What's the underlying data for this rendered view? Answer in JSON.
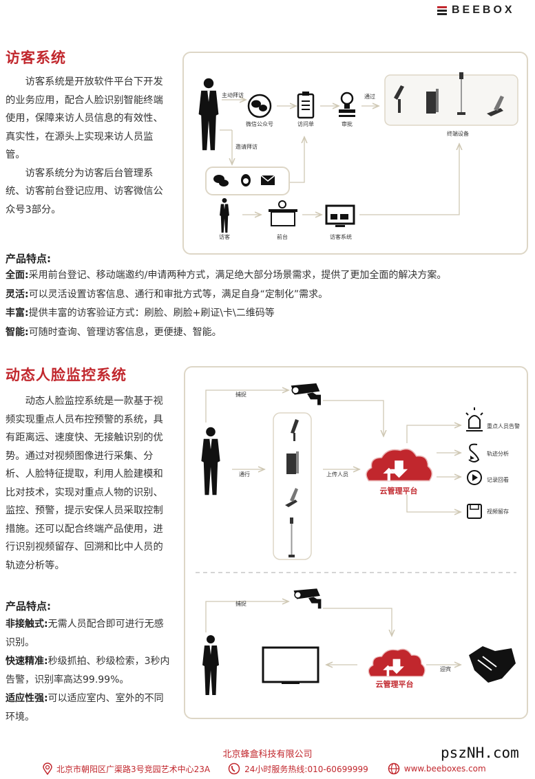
{
  "brand": {
    "logo_text": "BEEBOX"
  },
  "visitor": {
    "title": "访客系统",
    "paragraphs": [
      "访客系统是开放软件平台下开发的业务应用，配合人脸识别智能终端使用，保障来访人员信息的有效性、真实性，在源头上实现来访人员监管。",
      "访客系统分为访客后台管理系统、访客前台登记应用、访客微信公众号3部分。"
    ],
    "diagram": {
      "active_visit": "主动拜访",
      "wechat_account": "微信公众号",
      "visit_form": "访问单",
      "approve": "审批",
      "pass": "通过",
      "terminal": "终端设备",
      "invite": "邀请拜访",
      "visitor": "访客",
      "front_desk": "前台",
      "visitor_system": "访客系统"
    },
    "features_title": "产品特点:",
    "features": [
      {
        "k": "全面:",
        "v": "采用前台登记、移动端邀约/申请两种方式，满足绝大部分场景需求，提供了更加全面的解决方案。"
      },
      {
        "k": "灵活:",
        "v": "可以灵活设置访客信息、通行和审批方式等，满足自身“定制化”需求。"
      },
      {
        "k": "丰富:",
        "v": "提供丰富的访客验证方式：刷脸、刷脸+刷证\\卡\\二维码等"
      },
      {
        "k": "智能:",
        "v": "可随时查询、管理访客信息，更便捷、智能。"
      }
    ]
  },
  "face": {
    "title": "动态人脸监控系统",
    "paragraph": "动态人脸监控系统是一款基于视频实现重点人员布控预警的系统，具有距离远、速度快、无接触识别的优势。通过对视频图像进行采集、分析、人脸特征提取，利用人脸建模和比对技术，实现对重点人物的识别、监控、预警，提示安保人员采取控制措施。还可以配合终端产品使用，进行识别视频留存、回溯和比中人员的轨迹分析等。",
    "diagram": {
      "capture": "捕捉",
      "pass": "通行",
      "upload": "上传人员",
      "cloud": "云管理平台",
      "alarm": "重点人员告警",
      "track": "轨迹分析",
      "playback": "记录回看",
      "storage": "视频留存",
      "capture2": "捕捉",
      "cloud2": "云管理平台",
      "welcome": "迎宾"
    },
    "features_title": "产品特点:",
    "features": [
      {
        "k": "非接触式:",
        "v": "无需人员配合即可进行无感识别。"
      },
      {
        "k": "快速精准:",
        "v": "秒级抓拍、秒级检索，3秒内告警，识别率高达99.99%。"
      },
      {
        "k": "适应性强:",
        "v": "可以适应室内、室外的不同环境。"
      }
    ]
  },
  "footer": {
    "company": "北京蜂盒科技有限公司",
    "address": "北京市朝阳区广渠路3号竞园艺术中心23A",
    "hotline": "24小时服务热线:010-60699999",
    "website": "www.beeboxes.com"
  },
  "watermark": "pszNH.com",
  "colors": {
    "accent": "#c1272d",
    "border": "#ddd6c6",
    "line": "#cfc8b4"
  }
}
